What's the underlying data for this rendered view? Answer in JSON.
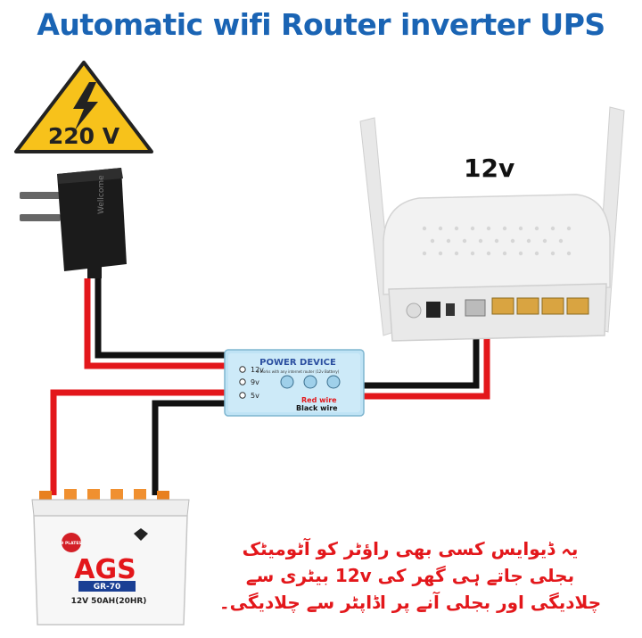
{
  "title": "Automatic wifi Router inverter UPS",
  "warning_sign": {
    "voltage": "220 V",
    "icon": "high-voltage-icon"
  },
  "adapter": {
    "brand": "Wellcome"
  },
  "router": {
    "label": "12v"
  },
  "power_device": {
    "title": "POWER DEVICE",
    "subtitle": "It works with any internet router (12v Battery)",
    "ports": [
      "12v",
      "9v",
      "5v"
    ],
    "red_wire_label": "Red wire",
    "black_wire_label": "Black wire"
  },
  "battery": {
    "brand": "AGS",
    "model": "GR-70",
    "spec": "12V 50AH(20HR)",
    "badge": "9 PLATES"
  },
  "description_lines": [
    "یہ ڈیوایس کسی بھی راؤٹر کو آٹومیٹک",
    "بجلی جاتے ہی گھر کی 12v بیٹری سے",
    "چلادیگی اور بجلی آنے پر اڈاپٹر سے چلادیگی۔"
  ],
  "colors": {
    "title": "#1a64b4",
    "red_wire": "#e3171b",
    "black_wire": "#111111",
    "device": "#bfe3f5",
    "urdu_text": "#e3171b"
  }
}
